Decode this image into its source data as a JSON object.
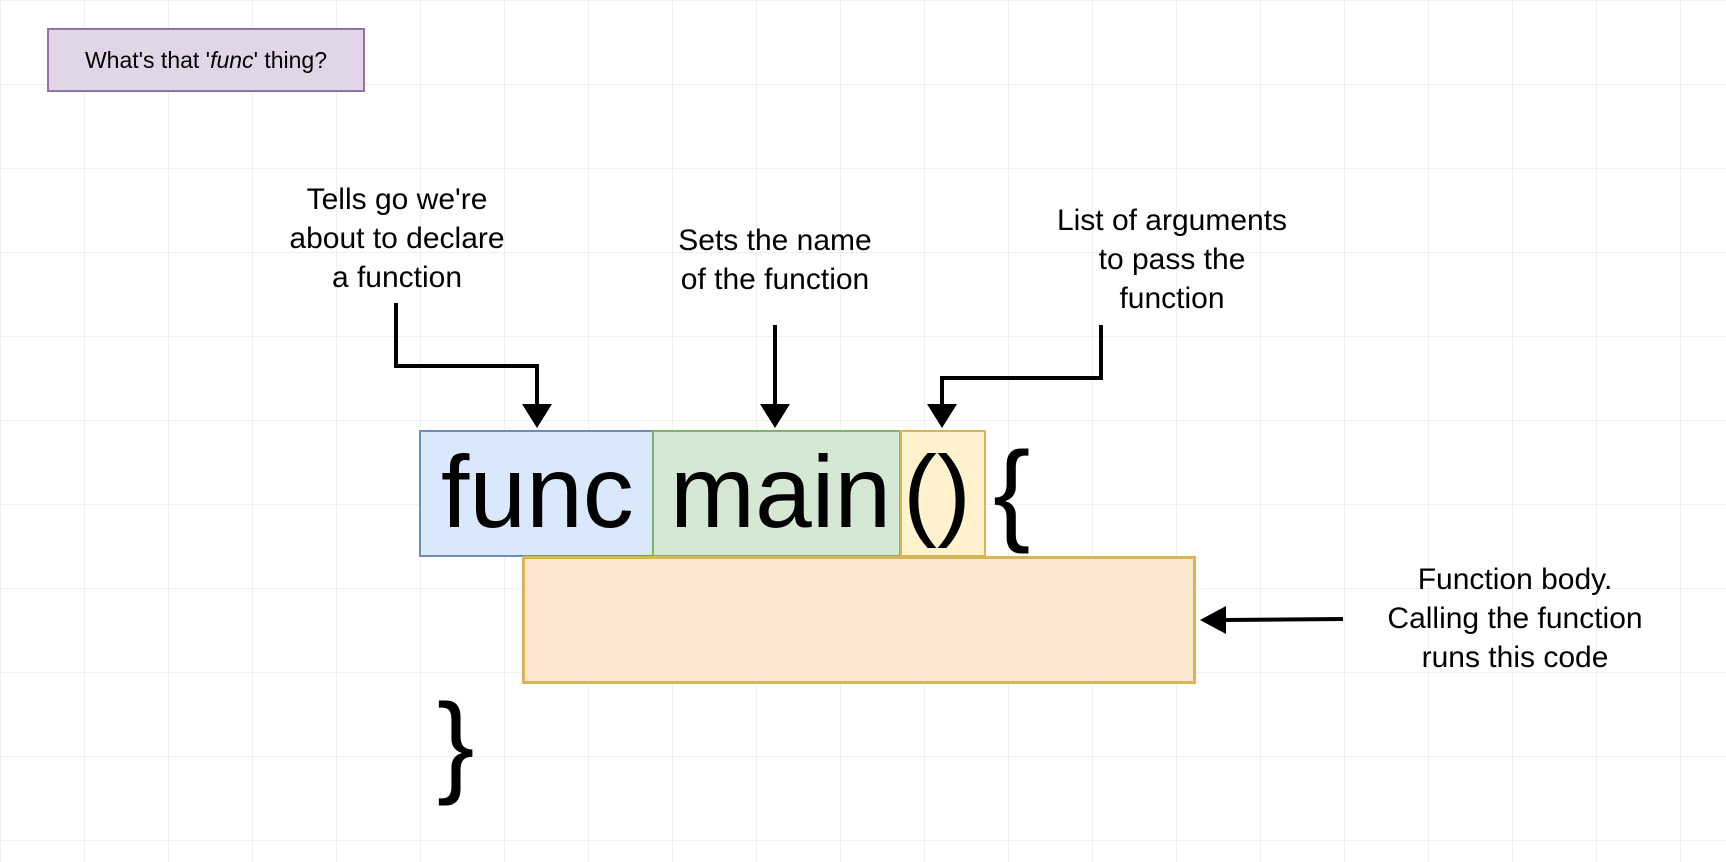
{
  "title": {
    "prefix": "What's that '",
    "keyword": "func",
    "suffix": "' thing?"
  },
  "code": {
    "keyword": "func",
    "name": "main",
    "args": "()",
    "open_brace": "{",
    "close_brace": "}"
  },
  "annotations": {
    "keyword": "Tells go we're\nabout to declare\na function",
    "name": "Sets the name\nof the function",
    "args": "List of arguments\nto pass the\nfunction",
    "body": "Function body.\nCalling the function\nruns this code"
  },
  "colors": {
    "title_fill": "#e1d5e7",
    "title_border": "#9673a6",
    "keyword_fill": "#dae8fc",
    "keyword_border": "#6c8ebf",
    "name_fill": "#d5e8d4",
    "name_border": "#82b366",
    "args_fill": "#fff2cc",
    "args_border": "#d6b656",
    "body_fill": "#fae5cf",
    "body_border": "#d6b656"
  }
}
